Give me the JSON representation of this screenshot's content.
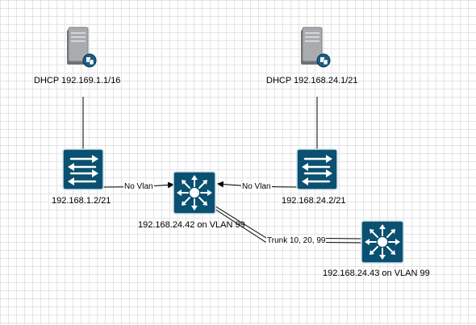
{
  "nodes": {
    "server_left": {
      "label": "DHCP 192.169.1.1/16",
      "icon": "server-icon"
    },
    "server_right": {
      "label": "DHCP 192.168.24.1/21",
      "icon": "server-icon"
    },
    "switch_left": {
      "label": "192.168.1.2/21",
      "icon": "switch-icon"
    },
    "switch_right": {
      "label": "192.168.24.2/21",
      "icon": "switch-icon"
    },
    "l3_center": {
      "label": "192.168.24.42 on VLAN 99",
      "icon": "layer3-switch-icon"
    },
    "l3_bottom": {
      "label": "192.168.24.43 on VLAN 99",
      "icon": "layer3-switch-icon"
    }
  },
  "edges": {
    "left_access": {
      "label": "No Vlan"
    },
    "right_access": {
      "label": "No Vlan"
    },
    "trunk": {
      "label": "Trunk 10, 20, 99"
    }
  },
  "colors": {
    "device_fill": "#0a5070",
    "device_stroke": "#cfe0e8",
    "line": "#000000"
  }
}
